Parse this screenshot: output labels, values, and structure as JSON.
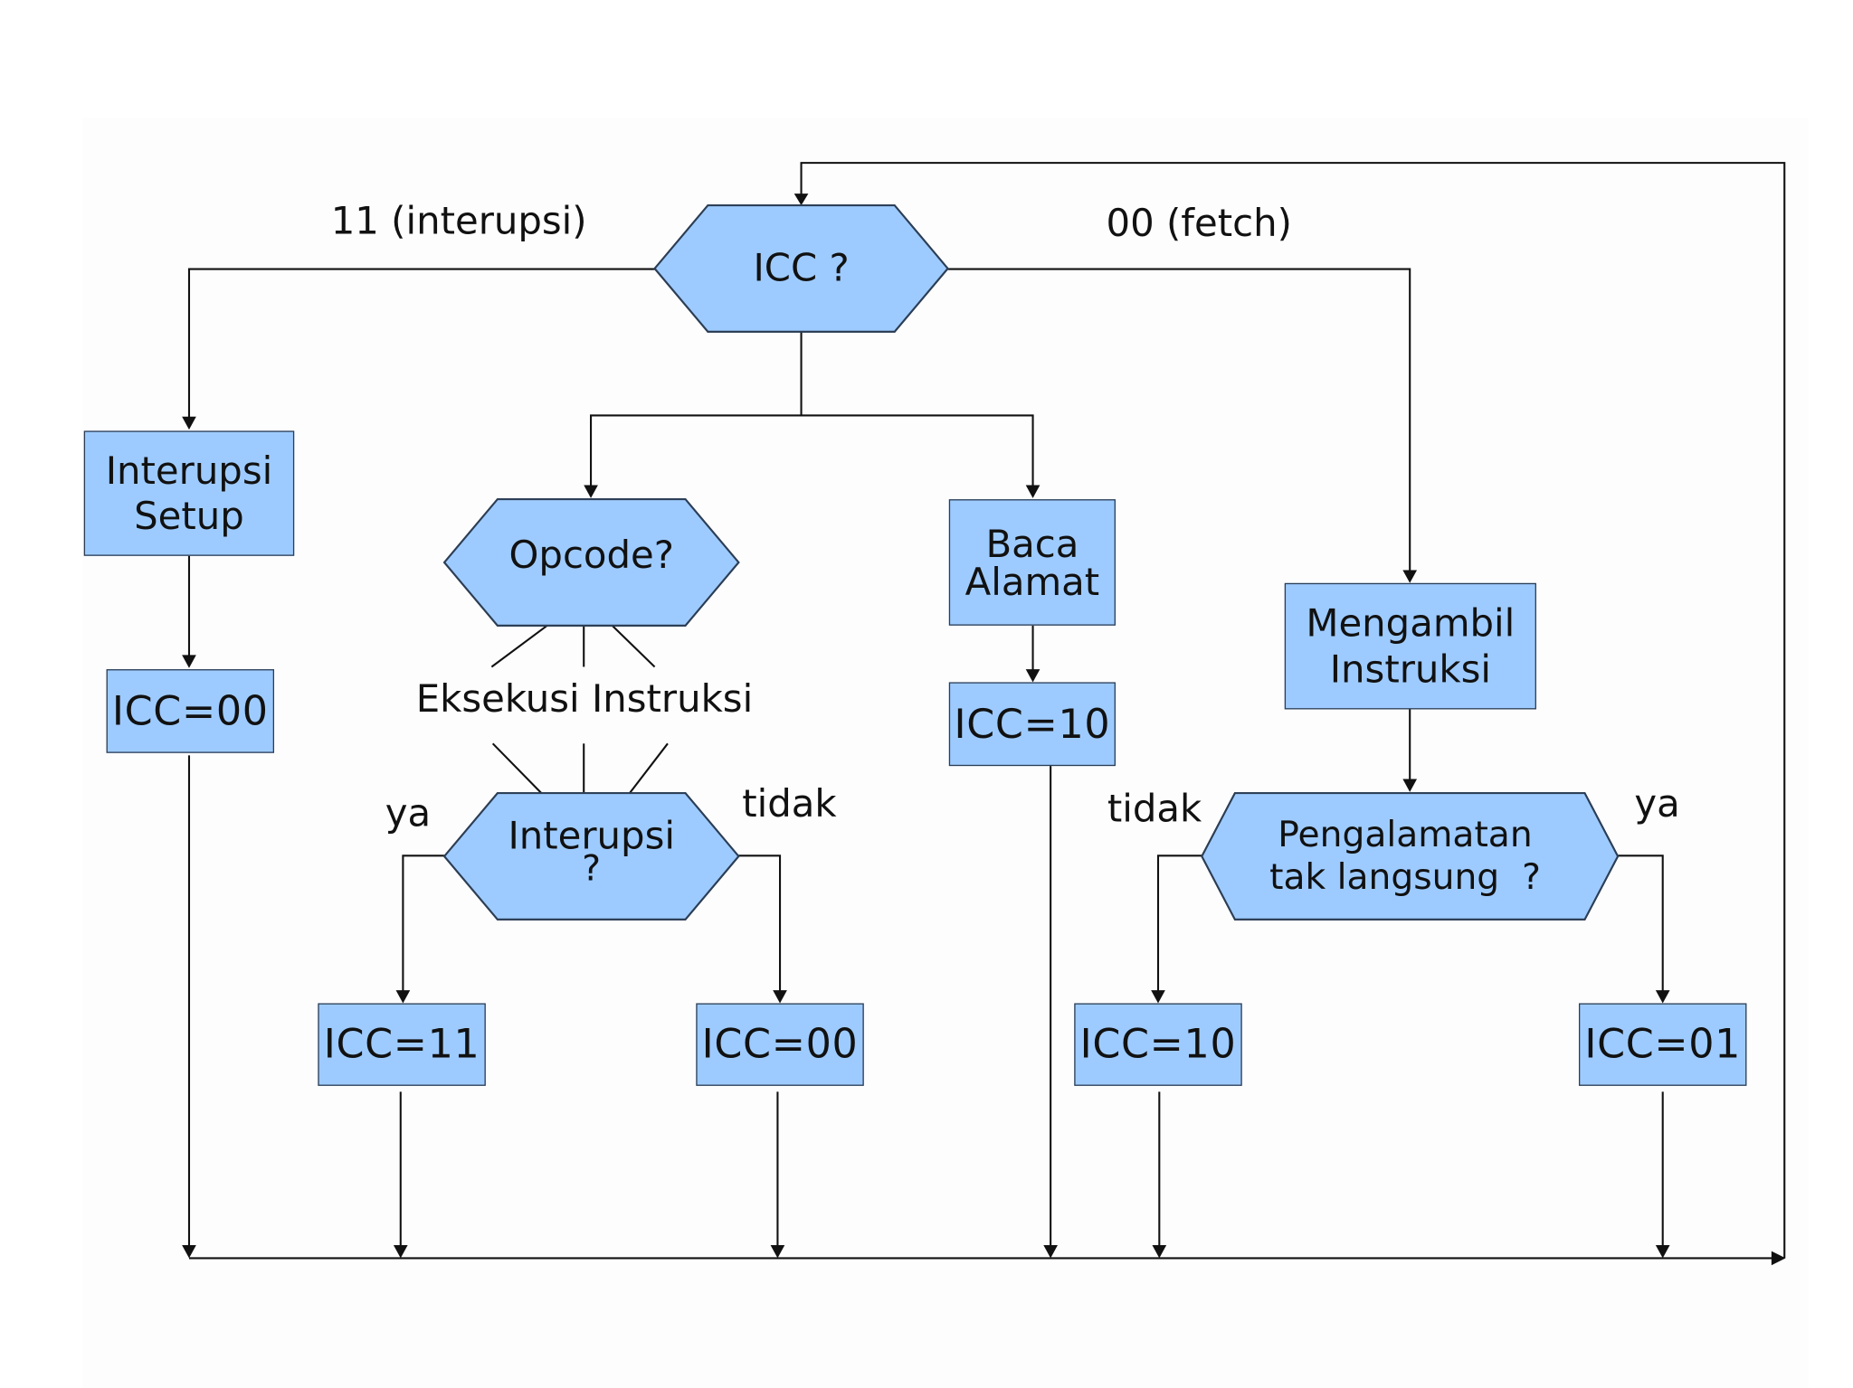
{
  "diagram": {
    "decision_main": "ICC ?",
    "branch_interrupt_label": "11 (interupsi)",
    "branch_fetch_label": "00 (fetch)",
    "interrupt_setup": [
      "Interupsi",
      "Setup"
    ],
    "interrupt_icc": "ICC=00",
    "opcode_decision": "Opcode?",
    "execute_label": "Eksekusi Instruksi",
    "interrupt_decision": [
      "Interupsi",
      "?"
    ],
    "yes_left": "ya",
    "no_left": "tidak",
    "icc_11": "ICC=11",
    "icc_00_b": "ICC=00",
    "read_address": [
      "Baca",
      "Alamat"
    ],
    "icc_10_a": "ICC=10",
    "fetch_instruction": [
      "Mengambil",
      "Instruksi"
    ],
    "indirect_decision": [
      "Pengalamatan",
      "tak langsung  ?"
    ],
    "no_right": "tidak",
    "yes_right": "ya",
    "icc_10_b": "ICC=10",
    "icc_01": "ICC=01"
  }
}
